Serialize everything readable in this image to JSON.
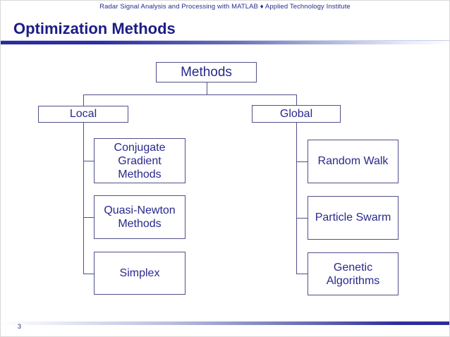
{
  "slide": {
    "header": "Radar Signal Analysis and Processing with MATLAB ♦ Applied Technology Institute",
    "title": "Optimization Methods",
    "page_number": "3"
  },
  "colors": {
    "text_navy": "#28288e",
    "title_navy": "#1c1c86",
    "box_border": "#50508a",
    "rule_navy": "#2b2b9e"
  },
  "tree": {
    "root": {
      "label": "Methods"
    },
    "branches": [
      {
        "label": "Local",
        "children": [
          {
            "label": "Conjugate\nGradient\nMethods"
          },
          {
            "label": "Quasi-Newton\nMethods"
          },
          {
            "label": "Simplex"
          }
        ]
      },
      {
        "label": "Global",
        "children": [
          {
            "label": "Random Walk"
          },
          {
            "label": "Particle Swarm"
          },
          {
            "label": "Genetic\nAlgorithms"
          }
        ]
      }
    ]
  }
}
